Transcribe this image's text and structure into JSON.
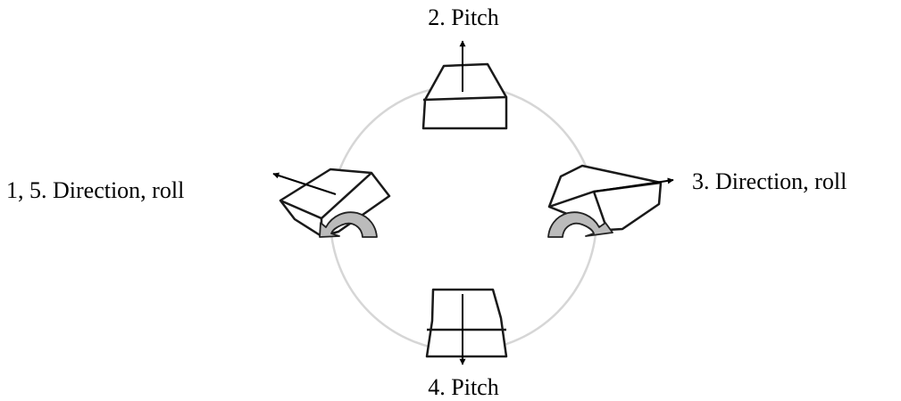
{
  "labels": {
    "top": "2. Pitch",
    "right": "3.  Direction, roll",
    "bottom": "4.  Pitch",
    "left": "1, 5.  Direction, roll"
  },
  "colors": {
    "circle": "#d6d6d6",
    "stroke": "#1a1a1a",
    "rotation_arrow_fill": "#bbbbbb"
  }
}
